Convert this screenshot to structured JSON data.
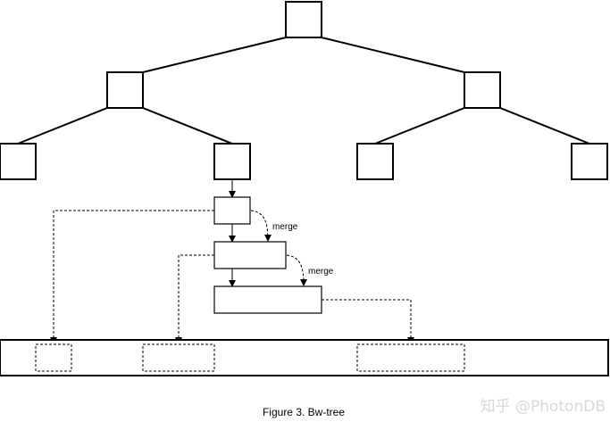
{
  "diagram": {
    "merge_labels": [
      "merge",
      "merge"
    ],
    "caption": "Figure 3. Bw-tree",
    "watermark": "知乎 @PhotonDB"
  }
}
